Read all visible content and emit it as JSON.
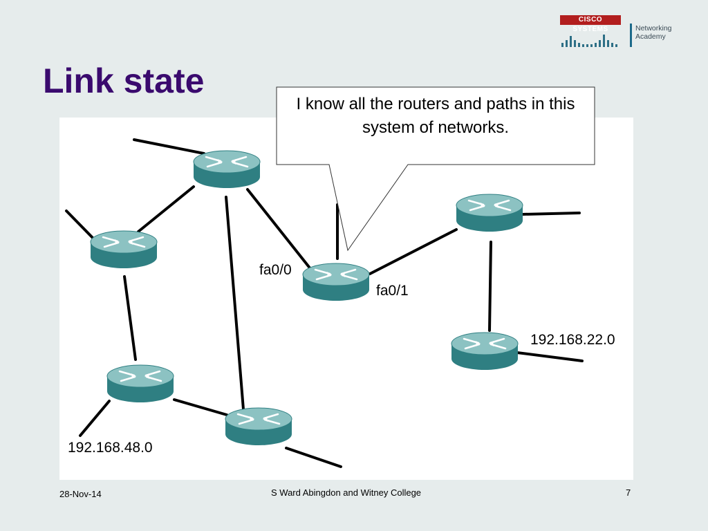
{
  "title": "Link state",
  "logo": {
    "brand": "CISCO SYSTEMS",
    "line1": "Networking",
    "line2": "Academy"
  },
  "callout": {
    "text": "I know all the routers and paths in this system of networks."
  },
  "labels": {
    "fa0_0": "fa0/0",
    "fa0_1": "fa0/1",
    "net_22": "192.168.22.0",
    "net_48": "192.168.48.0"
  },
  "footer": {
    "date": "28-Nov-14",
    "center": "S Ward  Abingdon and Witney College",
    "page": "7"
  },
  "colors": {
    "title": "#3a0a6e",
    "router_body": "#2f7f82",
    "router_top": "#8cc2c2",
    "background": "#e6ecec"
  }
}
